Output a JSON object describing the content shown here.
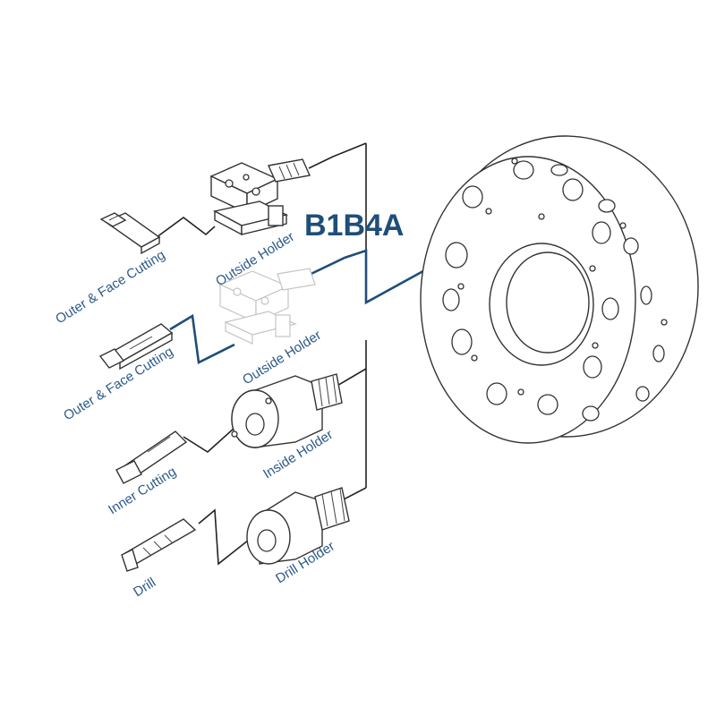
{
  "title": "B1B4A",
  "colors": {
    "accent": "#1f4e79",
    "label": "#2d5a88",
    "line": "#222222"
  },
  "tools": [
    {
      "label": "Outer & Face Cutting",
      "holder": "Outside  Holder"
    },
    {
      "label": "Outer & Face Cutting",
      "holder": "Outside  Holder"
    },
    {
      "label": "Inner Cutting",
      "holder": "Inside Holder"
    },
    {
      "label": "Drill",
      "holder": "Drill Holder"
    }
  ],
  "selected_tool_index": 1,
  "turret": "tool-disc"
}
